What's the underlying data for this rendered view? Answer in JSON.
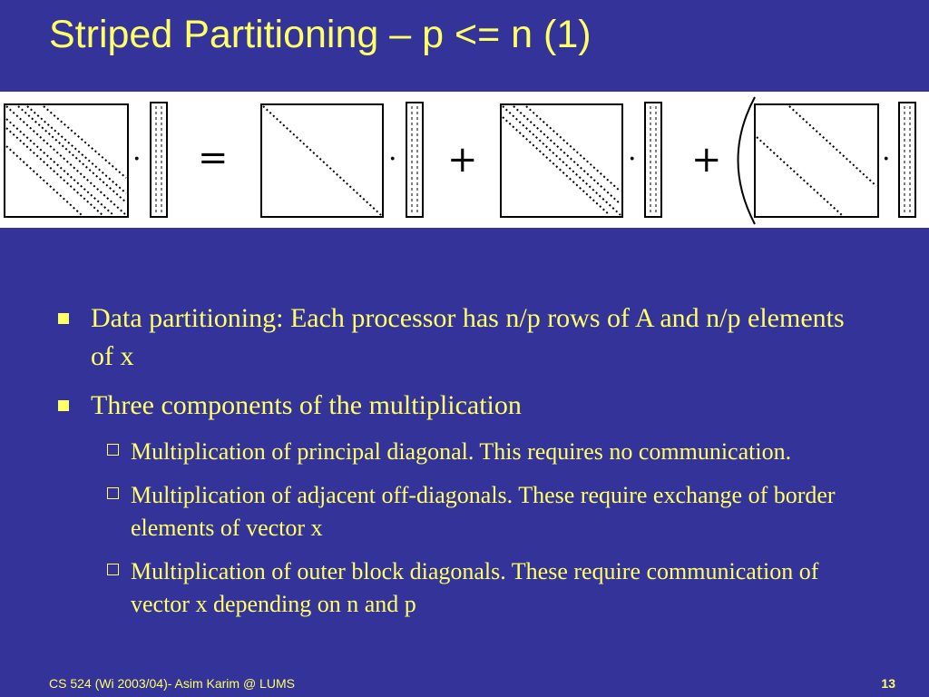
{
  "slide": {
    "title": "Striped Partitioning – p <= n (1)",
    "figure": {
      "operators": [
        "=",
        "+",
        "+"
      ],
      "dot": "·"
    },
    "bullets": [
      {
        "text": "Data partitioning: Each processor has n/p rows of A and n/p elements of x",
        "children": []
      },
      {
        "text": "Three components of the multiplication",
        "children": [
          "Multiplication of principal diagonal. This requires no communication.",
          "Multiplication of adjacent off-diagonals. These require exchange of border elements of vector x",
          "Multiplication of outer block diagonals. These require communication of vector x depending on n and p"
        ]
      }
    ],
    "footer": "CS 524 (Wi 2003/04)- Asim Karim @ LUMS",
    "page_number": "13"
  },
  "colors": {
    "background": "#333399",
    "text": "#ffff66",
    "figure_bg": "#ffffff"
  }
}
